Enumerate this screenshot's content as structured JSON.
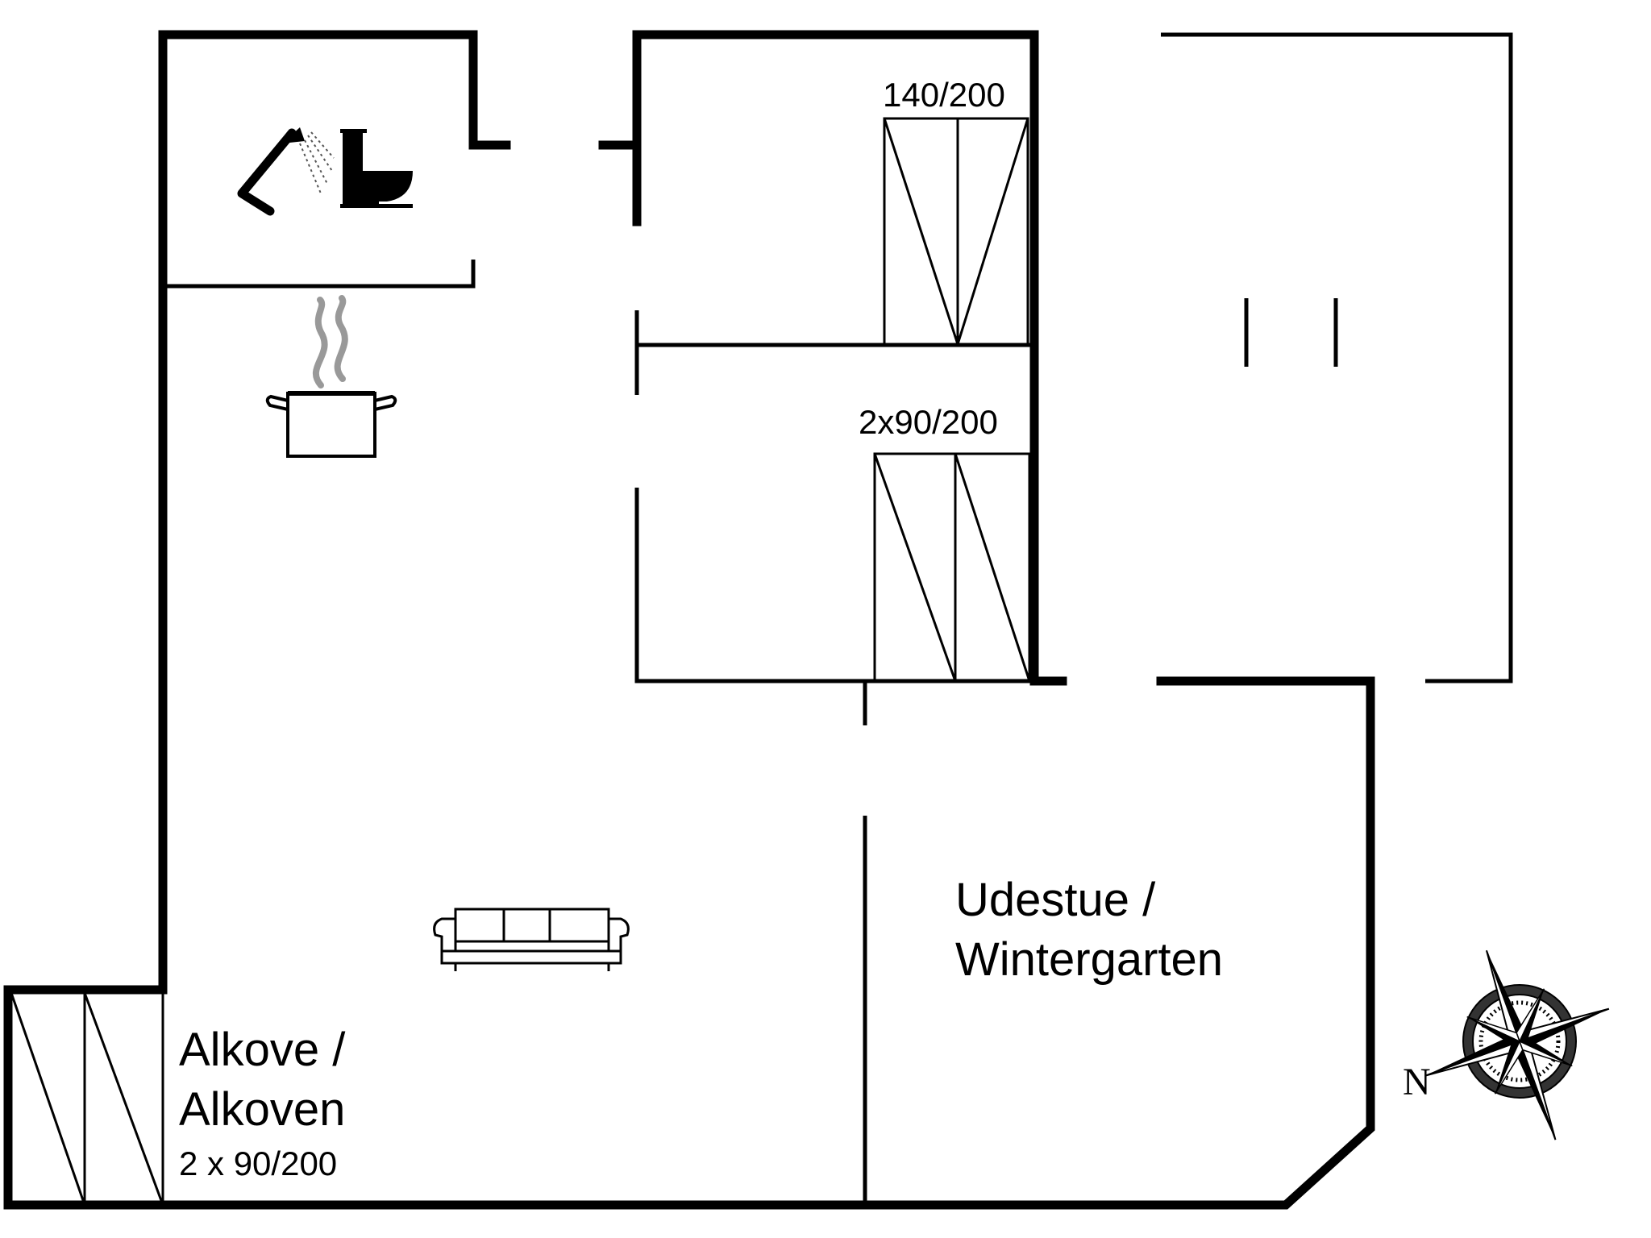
{
  "labels": {
    "bed_master": "140/200",
    "bed_twin": "2x90/200",
    "sunroom_line1": "Udestue /",
    "sunroom_line2": "Wintergarten",
    "alcove_line1": "Alkove /",
    "alcove_line2": "Alkoven",
    "alcove_bed": "2 x 90/200",
    "compass_north": "N"
  },
  "icons": {
    "shower": "shower-icon",
    "toilet": "toilet-icon",
    "kitchen": "cooking-pot-icon",
    "sofa": "sofa-icon",
    "compass": "compass-rose-icon"
  },
  "colors": {
    "walls": "#000000",
    "steam": "#999999",
    "background": "#ffffff"
  }
}
